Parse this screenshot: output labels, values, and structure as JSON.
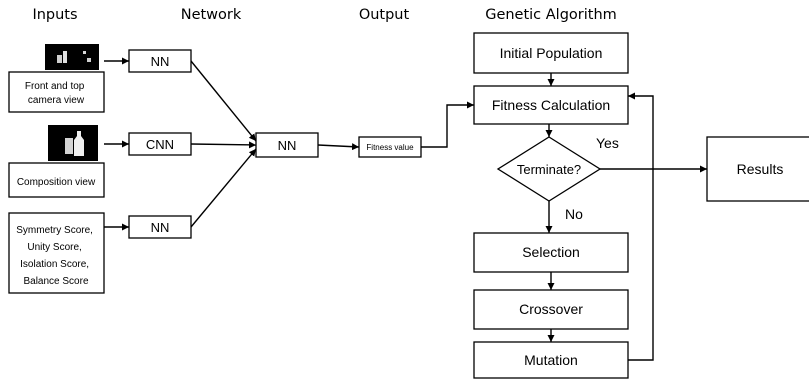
{
  "headers": {
    "inputs": "Inputs",
    "network": "Network",
    "output": "Output",
    "genetic": "Genetic Algorithm"
  },
  "inputs": {
    "view1": [
      "Front and top",
      "camera view"
    ],
    "view2": "Composition view",
    "scores": [
      "Symmetry Score,",
      "Unity Score,",
      "Isolation Score,",
      "Balance Score"
    ]
  },
  "network": {
    "nn_top": "NN",
    "cnn": "CNN",
    "nn_bottom": "NN",
    "nn_merge": "NN"
  },
  "output": {
    "fitness_value": "Fitness value"
  },
  "ga": {
    "initial_population": "Initial Population",
    "fitness_calculation": "Fitness Calculation",
    "terminate": "Terminate?",
    "yes": "Yes",
    "no": "No",
    "results": "Results",
    "selection": "Selection",
    "crossover": "Crossover",
    "mutation": "Mutation"
  }
}
